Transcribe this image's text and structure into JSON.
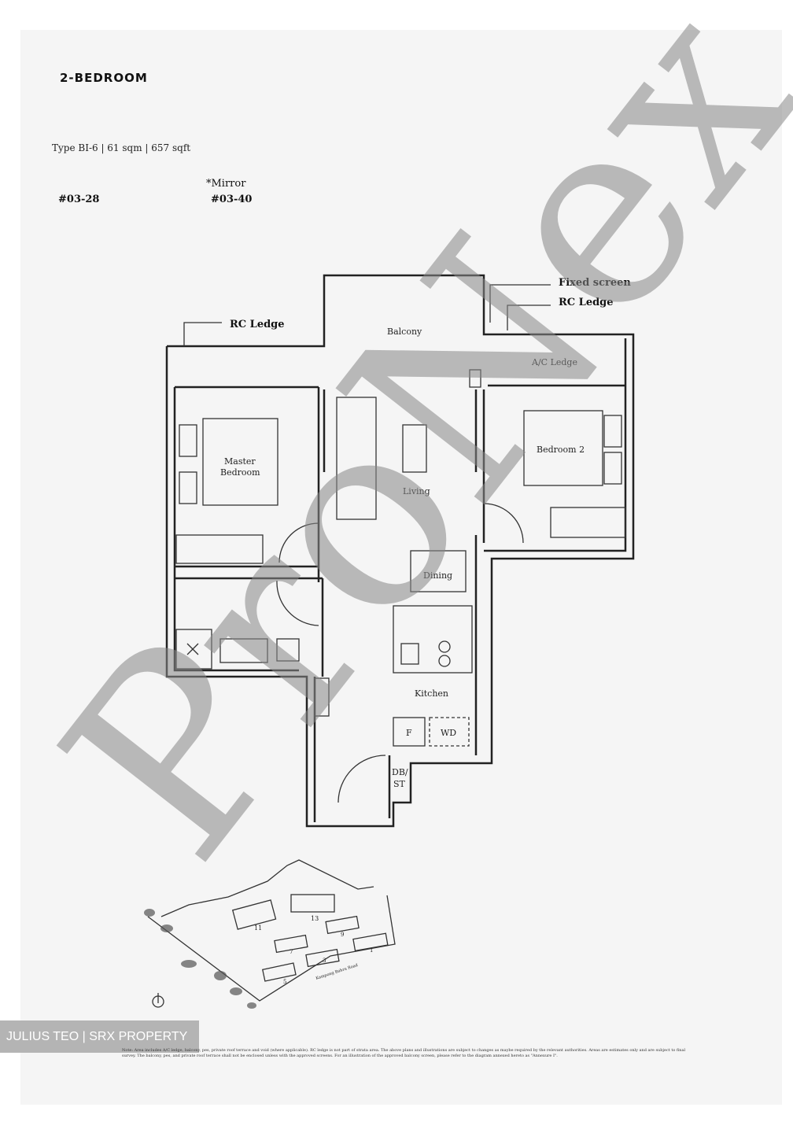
{
  "header": {
    "title": "2-BEDROOM",
    "spec": "Type BI-6 | 61 sqm | 657 sqft",
    "unit_main": "#03-28",
    "mirror_label": "*Mirror",
    "unit_mirror": "#03-40"
  },
  "plan": {
    "callouts": {
      "rc_ledge_left": "RC Ledge",
      "fixed_screen": "Fixed screen",
      "rc_ledge_right": "RC Ledge"
    },
    "rooms": {
      "balcony": "Balcony",
      "ac_ledge": "A/C Ledge",
      "master_bedroom_1": "Master",
      "master_bedroom_2": "Bedroom",
      "living": "Living",
      "bedroom2": "Bedroom 2",
      "dining": "Dining",
      "kitchen": "Kitchen",
      "fridge": "F",
      "washer_dryer": "WD",
      "db_st_1": "DB/",
      "db_st_2": "ST"
    },
    "watermark": "ProNex"
  },
  "site_plan": {
    "blocks": [
      "11",
      "13",
      "9",
      "7",
      "5",
      "3",
      "1"
    ],
    "road": "Kampong Bahru Road"
  },
  "footer": {
    "badge": "JULIUS TEO | SRX PROPERTY",
    "note": "Note: Area includes A/C ledge, balcony, pes, private roof terrace and void (where applicable). RC ledge is not part of strata area. The above plans and illustrations are subject to changes as maybe required by the relevant authorities. Areas are estimates only and are subject to final survey. The balcony, pes, and private roof terrace shall not be enclosed unless with the approved screens. For an illustration of the approved balcony screen, please refer to the diagram annexed hereto as \"Annexure I\"."
  }
}
